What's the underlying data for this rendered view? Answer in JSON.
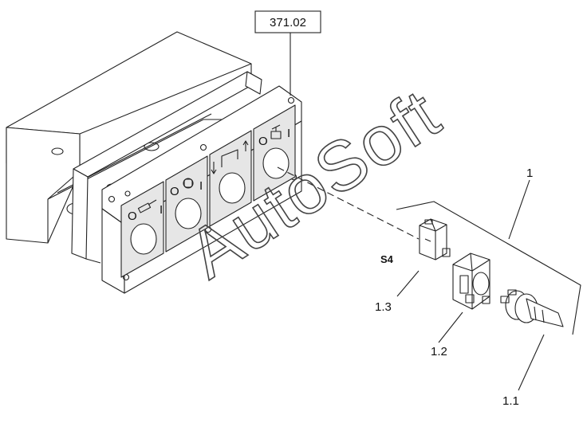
{
  "reference_label": "371.02",
  "callouts": {
    "assembly": "1",
    "contact_block": "1.3",
    "adapter": "1.2",
    "selector": "1.1",
    "switch_id": "S4"
  },
  "panel_markings": {
    "position_mark": "I",
    "off_mark": "O"
  },
  "watermark": "AutoSoft",
  "colors": {
    "line": "#222222",
    "panel_fill": "#e6e6e6",
    "watermark": "#444444"
  }
}
